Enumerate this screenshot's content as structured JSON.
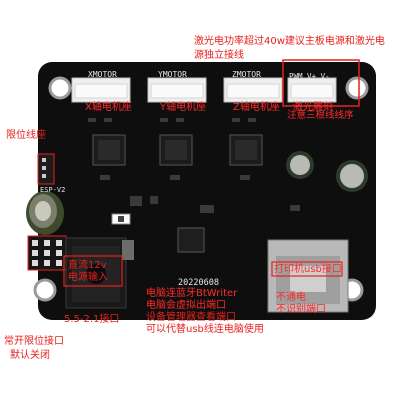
{
  "colors": {
    "background": "#ffffff",
    "board": "#101010",
    "annotation": "#e8201c",
    "connector": "#f2f2f2",
    "usb_port": "#b9b9b9"
  },
  "silkscreen": {
    "xmotor": "XMOTOR",
    "ymotor": "YMOTOR",
    "zmotor": "ZMOTOR",
    "pwm": "PWM V+ V-",
    "date": "20220608",
    "board_id": "ESP-V2"
  },
  "annotations": {
    "laser_power": [
      "激光电功率超过40w建议主板电源和激光电",
      "源独立接线"
    ],
    "x_motor": "X轴电机座",
    "y_motor": "Y轴电机座",
    "z_motor": "Z轴电机座",
    "laser_seat": "激光雕刻",
    "three_wire": "注意三根线线序",
    "limit_switch": "限位线座",
    "dc_input": [
      "直流12v",
      "电源输入"
    ],
    "bluetooth": [
      "电脑连蓝牙BtWriter",
      "电脑会虚拟出端口"
    ],
    "device_manager": [
      "设备管理器查看端口",
      "可以代替usb线连电脑使用"
    ],
    "printer_usb": "打印机usb接口",
    "no_power": [
      "不通电",
      "不识别端口"
    ],
    "jack_size": "5.5-2.1接口",
    "normally_open": [
      "常开限位接口",
      "默认关闭"
    ]
  }
}
